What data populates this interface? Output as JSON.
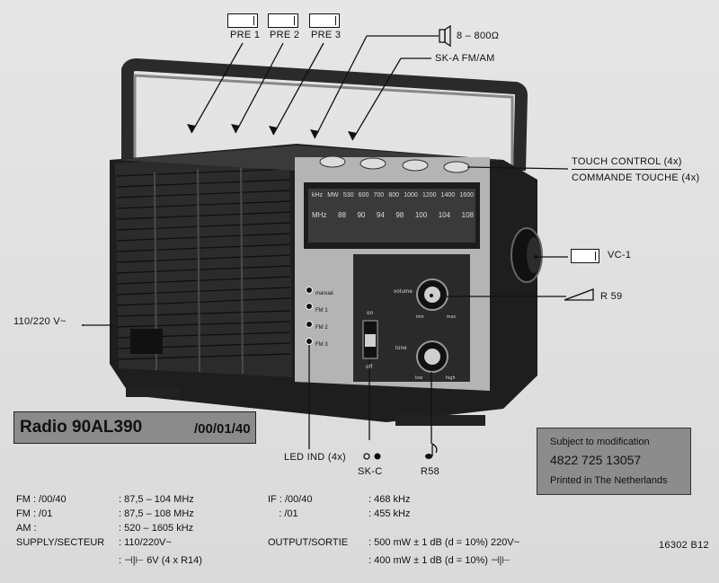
{
  "labels": {
    "pre1": "PRE 1",
    "pre2": "PRE 2",
    "pre3": "PRE 3",
    "speaker_impedance": "8 – 800Ω",
    "ska": "SK-A   FM/AM",
    "touch_control": "TOUCH CONTROL (4x)",
    "commande_touche": "COMMANDE  TOUCHE (4x)",
    "vc1": "VC-1",
    "r59": "R 59",
    "mains": "110/220 V~",
    "led_ind": "LED IND (4x)",
    "skc": "SK-C",
    "r58": "R58"
  },
  "dial": {
    "top_row": [
      "kHz",
      "MW",
      "530",
      "600",
      "700",
      "800",
      "1000",
      "1200",
      "1400",
      "1600"
    ],
    "bottom_row": [
      "MHz",
      "88",
      "90",
      "94",
      "98",
      "100",
      "104",
      "108"
    ]
  },
  "front": {
    "led_labels": [
      "manual",
      "FM 1",
      "FM 2",
      "FM 3"
    ],
    "volume": "volume",
    "tone": "tone",
    "low": "low",
    "high": "high",
    "min": "min",
    "max": "max",
    "on": "on",
    "off": "off"
  },
  "title_box": {
    "model": "Radio 90AL390",
    "variants": "/00/01/40"
  },
  "subject_box": {
    "line1": "Subject to modification",
    "line2": "4822 725 13057",
    "line3": "Printed in The Netherlands"
  },
  "specs_left": [
    {
      "key": "FM   : /00/40",
      "val": ": 87,5 – 104 MHz"
    },
    {
      "key": "FM   : /01",
      "val": ": 87,5 – 108 MHz"
    },
    {
      "key": "AM   :",
      "val": ": 520 – 1605 kHz"
    },
    {
      "key": "SUPPLY/SECTEUR",
      "val": ": 110/220V~"
    },
    {
      "key": "",
      "val": ": ⊣|⊢ 6V (4 x R14)"
    }
  ],
  "specs_right": [
    {
      "key": "IF  : /00/40",
      "val": ": 468 kHz"
    },
    {
      "key": "    : /01",
      "val": ": 455 kHz"
    },
    {
      "key": "OUTPUT/SORTIE",
      "val": ": 500 mW ± 1 dB (d = 10%)  220V~"
    },
    {
      "key": "",
      "val": ": 400 mW ± 1 dB (d = 10%)  ⊣|⊢"
    }
  ],
  "doc_number": "16302 B12"
}
